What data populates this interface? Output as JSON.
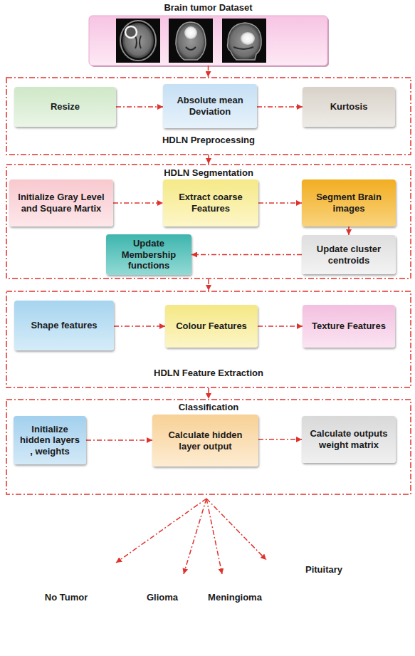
{
  "diagram": {
    "nodes": [
      {
        "text": [
          "Brain tumor Dataset"
        ]
      },
      {
        "text": [
          "HDLN Preprocessing"
        ]
      },
      {
        "text": [
          "Resize"
        ],
        "in": 1
      },
      {
        "text": [
          "Absolute mean Deviation"
        ],
        "in": 1
      },
      {
        "text": [
          "Kurtosis"
        ],
        "in": 1
      },
      {
        "text": [
          "HDLN Segmentation"
        ]
      },
      {
        "text": [
          "Initialize Gray Level and Square Martix"
        ],
        "in": 5
      },
      {
        "text": [
          "Extract coarse Features"
        ],
        "in": 5
      },
      {
        "text": [
          "Segment Brain images"
        ],
        "in": 5
      },
      {
        "text": [
          "Update cluster centroids"
        ],
        "in": 5
      },
      {
        "text": [
          "Update Membership functions"
        ],
        "in": 5
      },
      {
        "text": [
          "HDLN Feature Extraction"
        ]
      },
      {
        "text": [
          "Shape features"
        ],
        "in": 11
      },
      {
        "text": [
          "Colour Features"
        ],
        "in": 11
      },
      {
        "text": [
          "Texture Features"
        ],
        "in": 11
      },
      {
        "text": [
          "Classification"
        ]
      },
      {
        "text": [
          "Initialize hidden layers , weights"
        ],
        "in": 15
      },
      {
        "text": [
          "Calculate hidden layer output"
        ],
        "in": 15
      },
      {
        "text": [
          "Calculate outputs weight matrix"
        ],
        "in": 15
      }
    ],
    "edges": [
      {
        "from": 0,
        "to": 1,
        "arrow": "to"
      },
      {
        "from": 2,
        "to": 3,
        "arrow": "to"
      },
      {
        "from": 3,
        "to": 4,
        "arrow": "to"
      },
      {
        "from": 1,
        "to": 5,
        "arrow": "to"
      },
      {
        "from": 6,
        "to": 7,
        "arrow": "to"
      },
      {
        "from": 7,
        "to": 8,
        "arrow": "to"
      },
      {
        "from": 8,
        "to": 9,
        "arrow": "to"
      },
      {
        "from": 9,
        "to": 10,
        "arrow": "to"
      },
      {
        "from": 5,
        "to": 11,
        "arrow": "to"
      },
      {
        "from": 12,
        "to": 13,
        "arrow": "to"
      },
      {
        "from": 13,
        "to": 14,
        "arrow": "to"
      },
      {
        "from": 11,
        "to": 15,
        "arrow": "to"
      },
      {
        "from": 16,
        "to": 17,
        "arrow": "to"
      },
      {
        "from": 17,
        "to": 18,
        "arrow": "to"
      }
    ],
    "labels": [
      "No Tumor",
      "Glioma",
      "Meningioma",
      "Pituitary"
    ]
  }
}
